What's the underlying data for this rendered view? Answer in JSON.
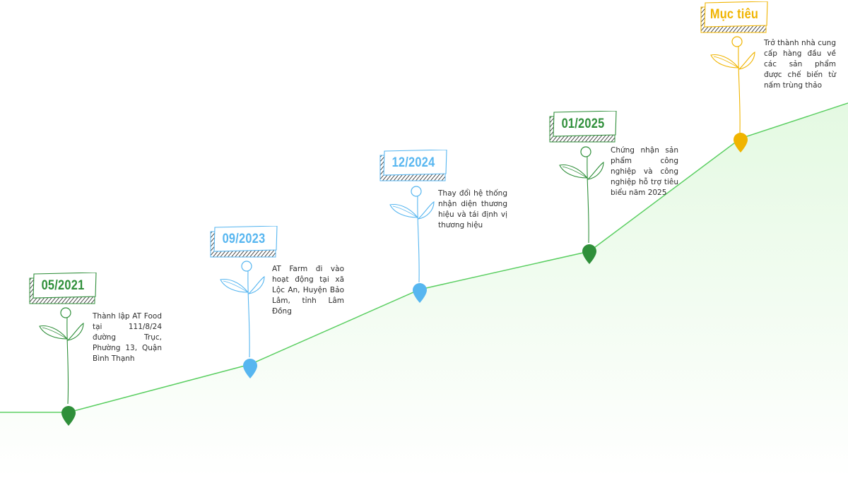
{
  "colors": {
    "green": "#2f8f3a",
    "blue": "#57b6f0",
    "gold": "#f0b400",
    "line": "#5ccf63",
    "area": "#e8fbe6"
  },
  "milestones": [
    {
      "date": "05/2021",
      "color": "green",
      "text": "Thành lập AT Food tại 111/8/24 đường Trục, Phường 13, Quận Bình Thạnh"
    },
    {
      "date": "09/2023",
      "color": "blue",
      "text": "AT Farm đi vào hoạt động tại xã Lộc An, Huyện Bảo Lâm, tỉnh Lâm Đồng"
    },
    {
      "date": "12/2024",
      "color": "blue",
      "text": "Thay đổi hệ thống nhận diện thương hiệu và tái định vị thương hiệu"
    },
    {
      "date": "01/2025",
      "color": "green",
      "text": "Chứng nhận sản phẩm công nghiệp và công nghiệp hỗ trợ tiêu biểu năm 2025"
    },
    {
      "date": "Mục tiêu",
      "color": "gold",
      "text": "Trở thành nhà cung cấp hàng đầu về các sản phẩm được chế biến từ nấm trùng thảo"
    }
  ]
}
